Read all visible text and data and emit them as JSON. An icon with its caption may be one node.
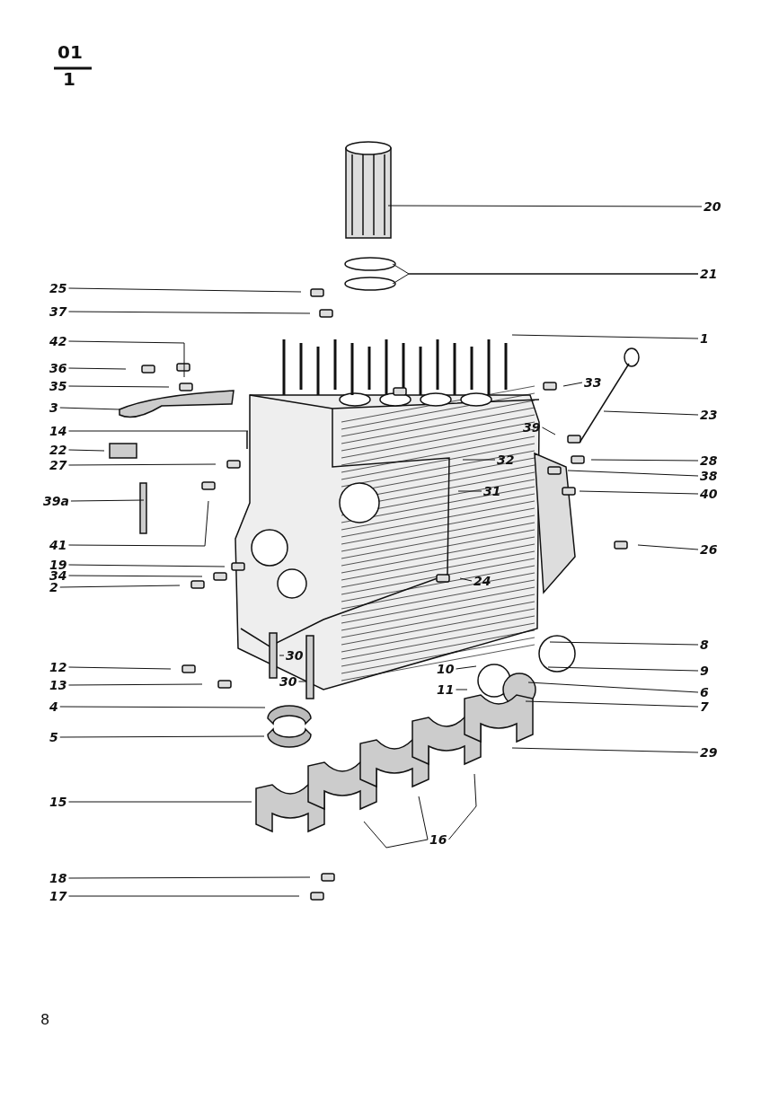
{
  "diagram": {
    "nodes": [
      {
        "text": [
          "20"
        ]
      },
      {
        "text": [
          "21"
        ]
      },
      {
        "text": [
          "25"
        ]
      },
      {
        "text": [
          "37"
        ]
      },
      {
        "text": [
          "1"
        ]
      },
      {
        "text": [
          "42"
        ]
      },
      {
        "text": [
          "36"
        ]
      },
      {
        "text": [
          "35"
        ]
      },
      {
        "text": [
          "3"
        ]
      },
      {
        "text": [
          "33"
        ]
      },
      {
        "text": [
          "23"
        ]
      },
      {
        "text": [
          "14"
        ]
      },
      {
        "text": [
          "22"
        ]
      },
      {
        "text": [
          "27"
        ]
      },
      {
        "text": [
          "39"
        ]
      },
      {
        "text": [
          "28"
        ]
      },
      {
        "text": [
          "32"
        ]
      },
      {
        "text": [
          "38"
        ]
      },
      {
        "text": [
          "31"
        ]
      },
      {
        "text": [
          "40"
        ]
      },
      {
        "text": [
          "39a"
        ]
      },
      {
        "text": [
          "41"
        ]
      },
      {
        "text": [
          "26"
        ]
      },
      {
        "text": [
          "19"
        ]
      },
      {
        "text": [
          "34"
        ]
      },
      {
        "text": [
          "2"
        ]
      },
      {
        "text": [
          "24"
        ]
      },
      {
        "text": [
          "30"
        ]
      },
      {
        "text": [
          "8"
        ]
      },
      {
        "text": [
          "12"
        ]
      },
      {
        "text": [
          "9"
        ]
      },
      {
        "text": [
          "10"
        ]
      },
      {
        "text": [
          "30"
        ]
      },
      {
        "text": [
          "13"
        ]
      },
      {
        "text": [
          "6"
        ]
      },
      {
        "text": [
          "11"
        ]
      },
      {
        "text": [
          "4"
        ]
      },
      {
        "text": [
          "7"
        ]
      },
      {
        "text": [
          "5"
        ]
      },
      {
        "text": [
          "29"
        ]
      },
      {
        "text": [
          "15"
        ]
      },
      {
        "text": [
          "16"
        ]
      },
      {
        "text": [
          "18"
        ]
      },
      {
        "text": [
          "17"
        ]
      }
    ],
    "edges": [
      {
        "from": 0,
        "to": null,
        "arrow": "none"
      },
      {
        "from": 1,
        "to": null,
        "arrow": "none"
      },
      {
        "from": 1,
        "to": null,
        "arrow": "none"
      },
      {
        "from": 2,
        "to": null,
        "arrow": "none"
      },
      {
        "from": 3,
        "to": null,
        "arrow": "none"
      },
      {
        "from": 4,
        "to": null,
        "arrow": "none"
      },
      {
        "from": 5,
        "to": null,
        "arrow": "none"
      },
      {
        "from": 6,
        "to": null,
        "arrow": "none"
      },
      {
        "from": 7,
        "to": null,
        "arrow": "none"
      },
      {
        "from": 8,
        "to": null,
        "arrow": "none"
      },
      {
        "from": 9,
        "to": null,
        "arrow": "none"
      },
      {
        "from": 10,
        "to": null,
        "arrow": "none"
      },
      {
        "from": 11,
        "to": null,
        "arrow": "none"
      },
      {
        "from": 12,
        "to": null,
        "arrow": "none"
      },
      {
        "from": 13,
        "to": null,
        "arrow": "none"
      },
      {
        "from": 14,
        "to": null,
        "arrow": "none"
      },
      {
        "from": 15,
        "to": null,
        "arrow": "none"
      },
      {
        "from": 16,
        "to": null,
        "arrow": "none"
      },
      {
        "from": 17,
        "to": null,
        "arrow": "none"
      },
      {
        "from": 18,
        "to": null,
        "arrow": "none"
      },
      {
        "from": 19,
        "to": null,
        "arrow": "none"
      },
      {
        "from": 20,
        "to": null,
        "arrow": "none"
      },
      {
        "from": 21,
        "to": null,
        "arrow": "none"
      },
      {
        "from": 22,
        "to": null,
        "arrow": "none"
      },
      {
        "from": 23,
        "to": null,
        "arrow": "none"
      },
      {
        "from": 24,
        "to": null,
        "arrow": "none"
      },
      {
        "from": 25,
        "to": null,
        "arrow": "none"
      },
      {
        "from": 26,
        "to": null,
        "arrow": "none"
      },
      {
        "from": 27,
        "to": null,
        "arrow": "none"
      },
      {
        "from": 28,
        "to": null,
        "arrow": "none"
      },
      {
        "from": 29,
        "to": null,
        "arrow": "none"
      },
      {
        "from": 30,
        "to": null,
        "arrow": "none"
      },
      {
        "from": 31,
        "to": null,
        "arrow": "none"
      },
      {
        "from": 32,
        "to": null,
        "arrow": "none"
      },
      {
        "from": 33,
        "to": null,
        "arrow": "none"
      },
      {
        "from": 34,
        "to": null,
        "arrow": "none"
      },
      {
        "from": 35,
        "to": null,
        "arrow": "none"
      },
      {
        "from": 36,
        "to": null,
        "arrow": "none"
      },
      {
        "from": 37,
        "to": null,
        "arrow": "none"
      },
      {
        "from": 38,
        "to": null,
        "arrow": "none"
      },
      {
        "from": 39,
        "to": null,
        "arrow": "none"
      },
      {
        "from": 40,
        "to": null,
        "arrow": "none"
      },
      {
        "from": 41,
        "to": null,
        "arrow": "none"
      },
      {
        "from": 41,
        "to": null,
        "arrow": "none"
      },
      {
        "from": 41,
        "to": null,
        "arrow": "none"
      },
      {
        "from": 42,
        "to": null,
        "arrow": "none"
      },
      {
        "from": 43,
        "to": null,
        "arrow": "none"
      }
    ],
    "labels": [
      "01",
      "1",
      "8"
    ]
  }
}
